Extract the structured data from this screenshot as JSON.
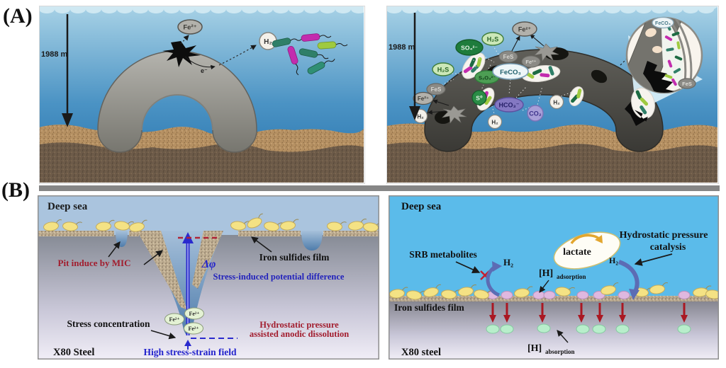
{
  "figure": {
    "panel_a_label": "(A)",
    "panel_b_label": "(B)"
  },
  "a_left": {
    "depth": "1988 m",
    "fe2": "Fe²⁺",
    "electron": "e⁻",
    "h2": "H₂"
  },
  "a_right": {
    "depth": "1988 m",
    "species": {
      "fe2": "Fe²⁺",
      "h2s": "H₂S",
      "so4": "SO₄²⁻",
      "fes": "FeS",
      "h2": "H₂",
      "s2o3": "S₂O₃²⁻",
      "s0": "S⁰",
      "feco3": "FeCO₃",
      "hco3": "HCO₃⁻",
      "co2": "CO₂"
    }
  },
  "b_left": {
    "deep_sea": "Deep sea",
    "pit_mic": "Pit induce by MIC",
    "iron_sulfides_film": "Iron sulfides film",
    "delta_phi": "Δφ",
    "stress_induced": "Stress-induced potential difference",
    "stress_concentration": "Stress concentration",
    "fe2": "Fe²⁺",
    "hydro_line1": "Hydrostatic pressure",
    "hydro_line2": "assisted anodic dissolution",
    "high_stress": "High stress-strain field",
    "x80": "X80 Steel"
  },
  "b_right": {
    "deep_sea": "Deep sea",
    "srb": "SRB metabolites",
    "h2": "H₂",
    "lactate": "lactate",
    "hydro_line1": "Hydrostatic pressure",
    "hydro_line2": "catalysis",
    "h_brackets": "[H]",
    "adsorption": "adsorption",
    "absorption": "absorption",
    "iron_sulfides_film": "Iron sulfides film",
    "x80": "X80 steel"
  },
  "colors": {
    "water_light": "#a8d2e6",
    "water_deep": "#2470ab",
    "b_left_water": "#aac4de",
    "b_right_water": "#5bbbea",
    "accent_blue_text": "#2222cc",
    "accent_red_text": "#a21d2e",
    "bacteria_teal": "#2f7f68",
    "bacteria_magenta": "#c32cae",
    "bacteria_light_green": "#9fca40",
    "srb_cell_yellow": "#f4e284",
    "adsorbed_h_pink": "#dfb8df",
    "absorbed_h_mint": "#b8eecb",
    "red_arrow": "#aa1822"
  }
}
